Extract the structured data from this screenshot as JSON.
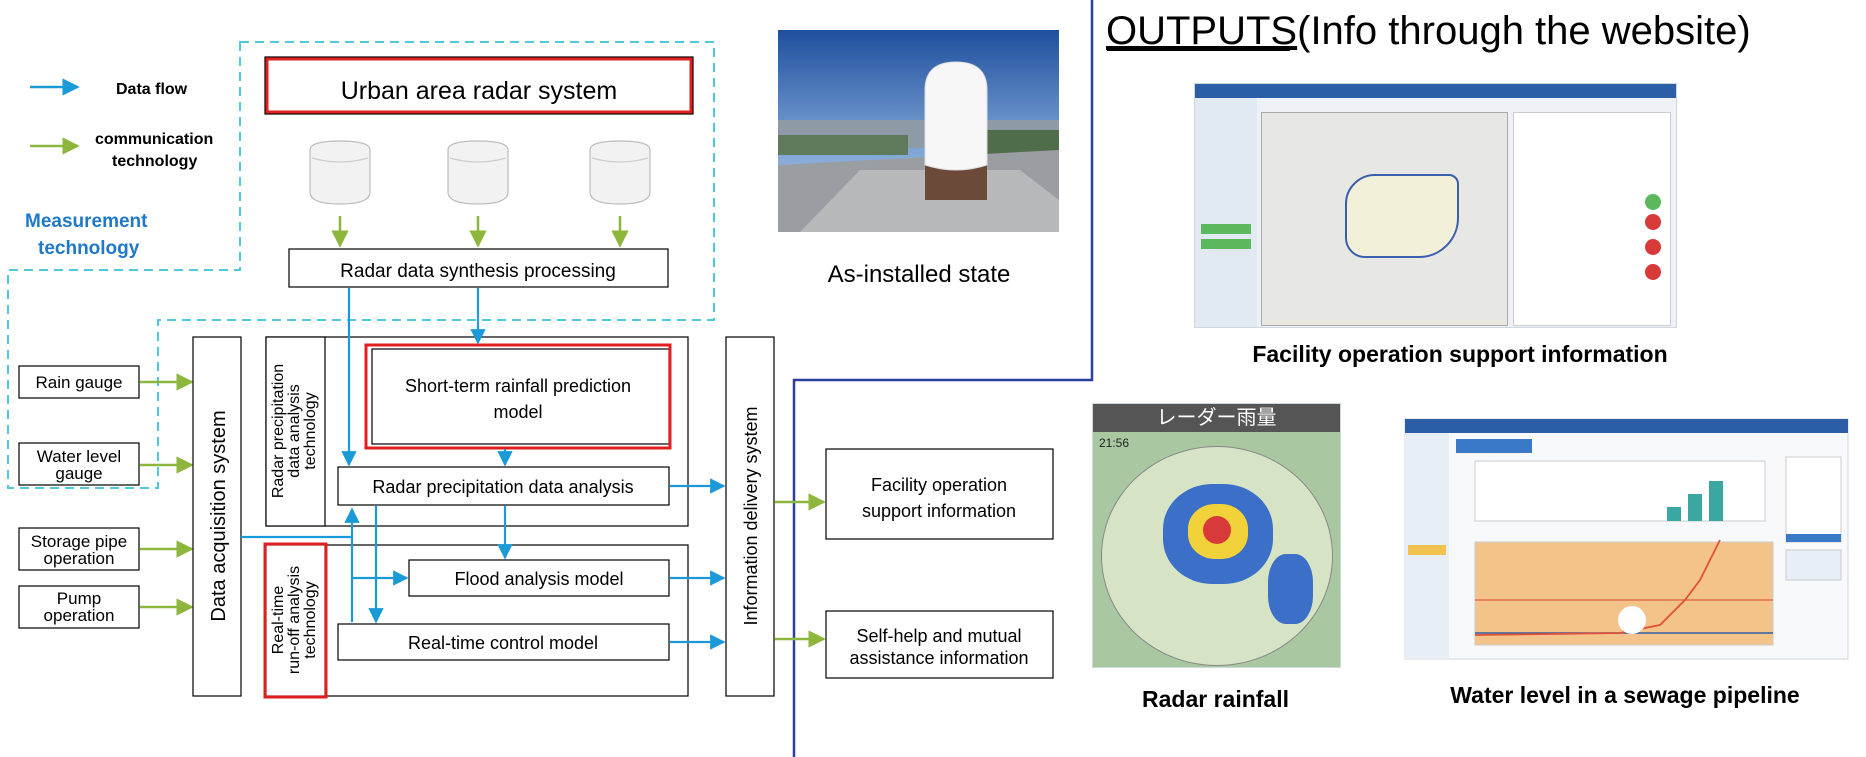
{
  "legend": {
    "data_flow": "Data flow",
    "comm_tech_1": "communication",
    "comm_tech_2": "technology"
  },
  "measurement_tech": {
    "line1": "Measurement",
    "line2": "technology"
  },
  "radar_system": "Urban area radar system",
  "radar_synthesis": "Radar data synthesis processing",
  "as_installed": "As-installed state",
  "inputs": {
    "rain_gauge": "Rain gauge",
    "water_level_1": "Water level",
    "water_level_2": "gauge",
    "storage_pipe_1": "Storage pipe",
    "storage_pipe_2": "operation",
    "pump_1": "Pump",
    "pump_2": "operation"
  },
  "data_acquisition": "Data acquisition system",
  "radar_precip_tech": {
    "line1": "Radar precipitation",
    "line2": "data analysis",
    "line3": "technology"
  },
  "short_term": {
    "line1": "Short-term rainfall prediction",
    "line2": "model"
  },
  "radar_analysis": "Radar precipitation data analysis",
  "realtime_tech": {
    "line1": "Real-time",
    "line2": "run-off analysis",
    "line3": "technology"
  },
  "flood_model": "Flood analysis model",
  "realtime_control": "Real-time control model",
  "info_delivery": "Information delivery system",
  "out_facility": {
    "line1": "Facility operation",
    "line2": "support information"
  },
  "out_selfhelp": {
    "line1": "Self-help and mutual",
    "line2": "assistance information"
  },
  "outputs_title": {
    "underlined": "OUTPUTS",
    "rest": "(Info through the website)"
  },
  "captions": {
    "facility": "Facility operation support information",
    "radar_rainfall": "Radar rainfall",
    "water_level": "Water level in a sewage pipeline"
  },
  "radar_screen": {
    "title": "レーダー雨量",
    "time": "21:56"
  },
  "colors": {
    "data_flow": "#1a9ad6",
    "communication": "#8db63c",
    "highlight": "#e02020",
    "dashed": "#4fc8dc",
    "outputs_border": "#2a3f9a",
    "measurement_text": "#1f78c8"
  }
}
